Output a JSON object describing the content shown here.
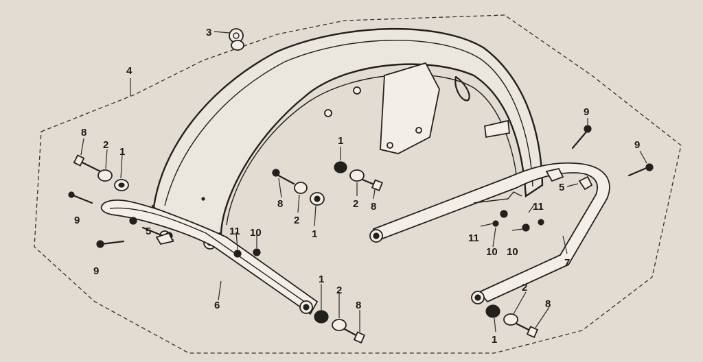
{
  "diagram": {
    "callouts": {
      "c3": "3",
      "c4": "4",
      "c8a": "8",
      "c2a": "2",
      "c1a": "1",
      "c9a": "9",
      "c1b": "1",
      "c2b": "2",
      "c8b": "8",
      "c8c": "8",
      "c2c": "2",
      "c1c": "1",
      "c5a": "5",
      "c9b": "9",
      "c11a": "11",
      "c10a": "10",
      "c6": "6",
      "c1d": "1",
      "c2d": "2",
      "c8d": "8",
      "c9c": "9",
      "c9d": "9",
      "c5b": "5",
      "c11b": "11",
      "c11c": "11",
      "c10b": "10",
      "c10c": "10",
      "c7": "7",
      "c2e": "2",
      "c8e": "8",
      "c1e": "1"
    }
  }
}
